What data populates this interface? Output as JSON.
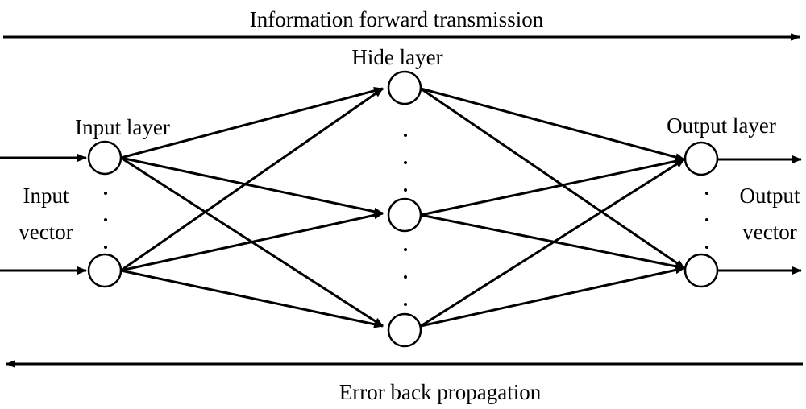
{
  "labels": {
    "top_arrow": "Information forward transmission",
    "bottom_arrow": "Error back propagation",
    "input_layer": "Input layer",
    "hide_layer": "Hide layer",
    "output_layer": "Output layer",
    "input_vector_line1": "Input",
    "input_vector_line2": "vector",
    "output_vector_line1": "Output",
    "output_vector_line2": "vector"
  },
  "network": {
    "layers": [
      {
        "name": "input",
        "visible_nodes": 2
      },
      {
        "name": "hide",
        "visible_nodes": 3
      },
      {
        "name": "output",
        "visible_nodes": 2
      }
    ],
    "fully_connected": true,
    "ellipsis_between_nodes": true
  },
  "colors": {
    "stroke": "#000000",
    "background": "#ffffff"
  }
}
